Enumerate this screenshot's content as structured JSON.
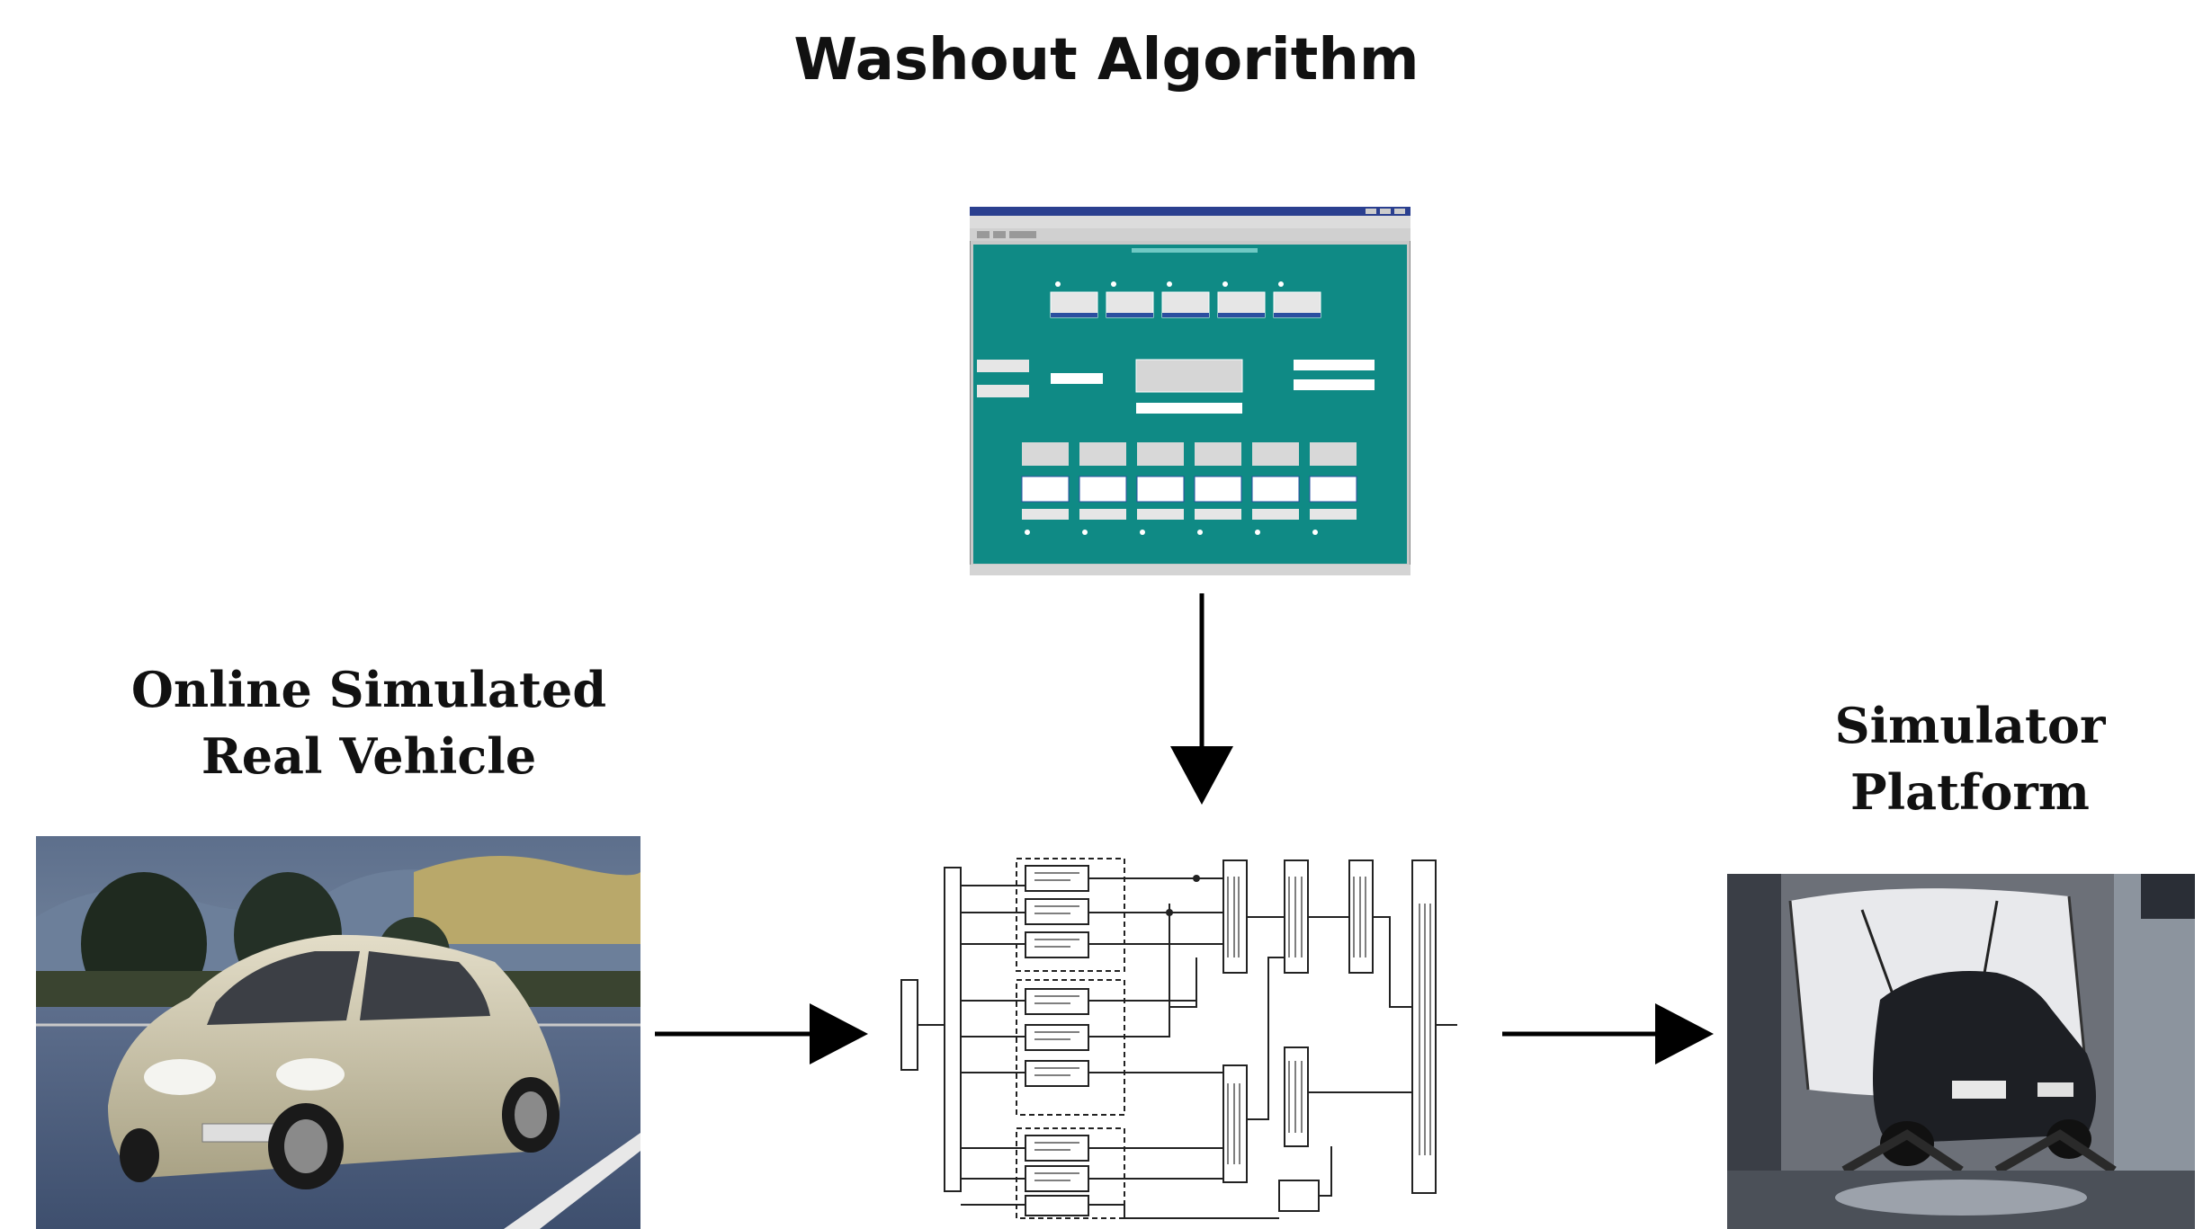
{
  "title": "Washout Algorithm",
  "vehicle_label": {
    "line1": "Online Simulated",
    "line2": "Real Vehicle"
  },
  "platform_label": {
    "line1": "Simulator",
    "line2": "Platform"
  },
  "colors": {
    "gui_background": "#0f8a85",
    "arrow": "#000000",
    "text": "#111111"
  }
}
